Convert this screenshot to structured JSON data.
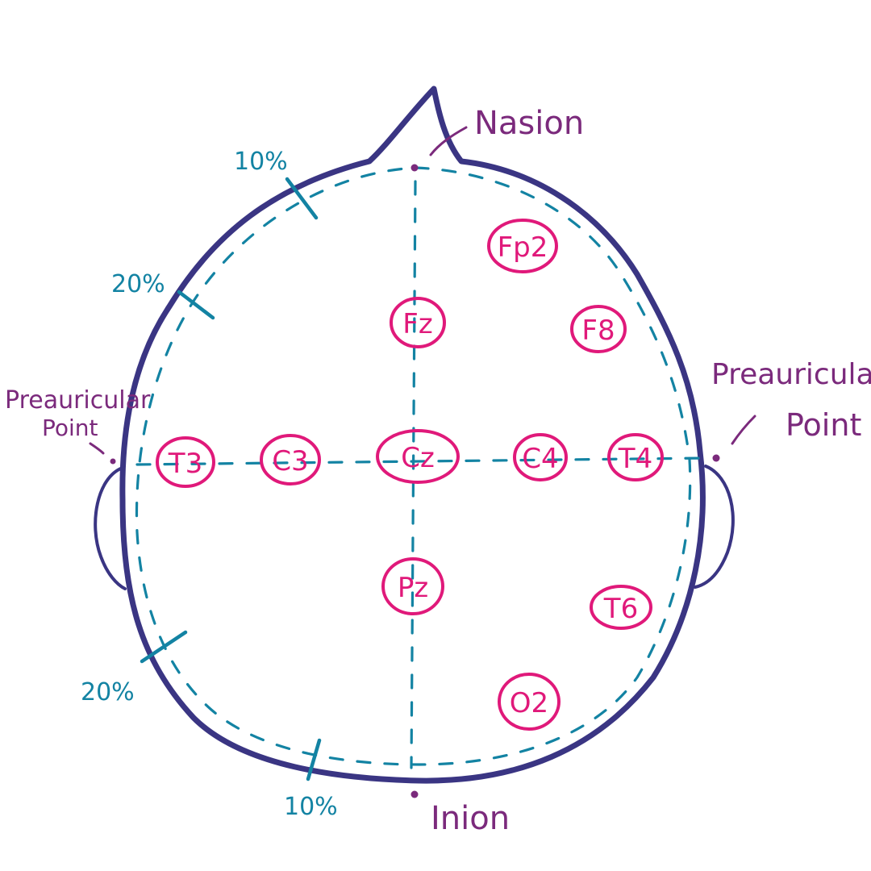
{
  "landmarks": {
    "nasion": "Nasion",
    "inion": "Inion",
    "left_preauricular_line1": "Preauricular",
    "left_preauricular_line2": "Point",
    "right_preauricular_line1": "Preauricular",
    "right_preauricular_line2": "Point"
  },
  "percent_marks": {
    "top_left_10": "10%",
    "upper_left_20": "20%",
    "lower_left_20": "20%",
    "bottom_10": "10%"
  },
  "electrodes": [
    {
      "id": "fp2",
      "label": "Fp2"
    },
    {
      "id": "fz",
      "label": "Fz"
    },
    {
      "id": "f8",
      "label": "F8"
    },
    {
      "id": "t3",
      "label": "T3"
    },
    {
      "id": "c3",
      "label": "C3"
    },
    {
      "id": "cz",
      "label": "Cz"
    },
    {
      "id": "c4",
      "label": "C4"
    },
    {
      "id": "t4",
      "label": "T4"
    },
    {
      "id": "pz",
      "label": "Pz"
    },
    {
      "id": "t6",
      "label": "T6"
    },
    {
      "id": "o2",
      "label": "O2"
    }
  ],
  "colors": {
    "outline": "#3a3583",
    "guide": "#1383a3",
    "electrode": "#e0197a",
    "landmark": "#7b2a7c"
  }
}
